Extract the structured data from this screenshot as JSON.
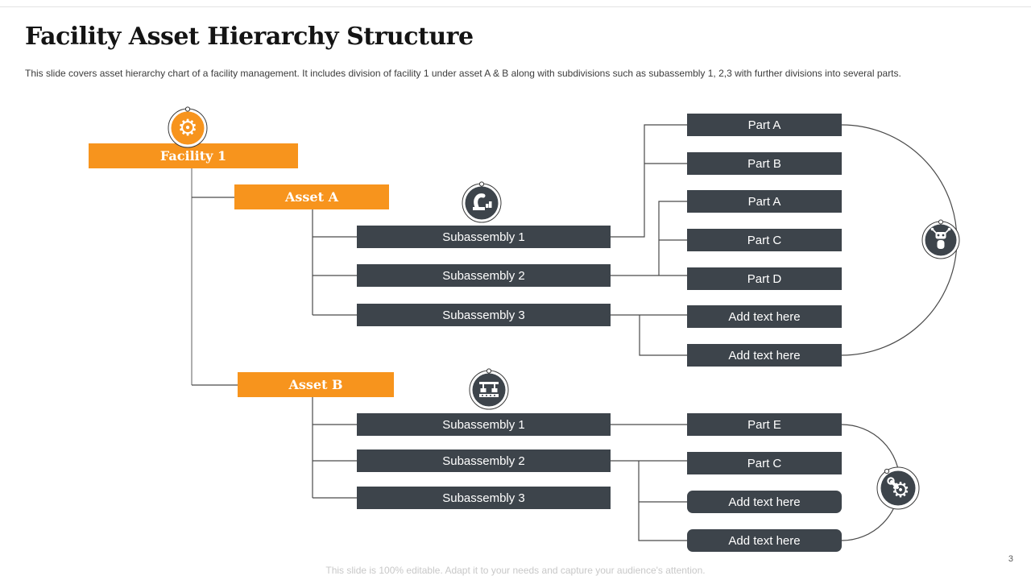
{
  "slide": {
    "title": "Facility Asset Hierarchy Structure",
    "subtitle": "This slide covers asset hierarchy chart of a facility management. It includes division of facility 1 under asset A & B along with subdivisions such as subassembly 1, 2,3 with further divisions into several parts.",
    "footer": "This slide is 100% editable. Adapt it to your needs and capture your audience's attention.",
    "page_number": "3"
  },
  "colors": {
    "accent_orange": "#F7941D",
    "box_dark": "#3D444B",
    "connector": "#4A4A4A",
    "footer_text": "#C8C8C8"
  },
  "icons": [
    "gear-icon",
    "robot-arm-icon",
    "assembly-line-icon",
    "robot-icon",
    "gear-wrench-icon"
  ],
  "hierarchy": {
    "root": {
      "label": "Facility 1",
      "icon": "gear-icon"
    },
    "branches": [
      {
        "label": "Asset A",
        "icon": "robot-arm-icon",
        "group_icon": "robot-icon",
        "subassemblies": [
          "Subassembly 1",
          "Subassembly 2",
          "Subassembly 3"
        ],
        "parts": [
          "Part A",
          "Part B",
          "Part A",
          "Part C",
          "Part D",
          "Add text here",
          "Add text here"
        ]
      },
      {
        "label": "Asset B",
        "icon": "assembly-line-icon",
        "group_icon": "gear-wrench-icon",
        "subassemblies": [
          "Subassembly 1",
          "Subassembly 2",
          "Subassembly 3"
        ],
        "parts": [
          "Part E",
          "Part C",
          "Add text here",
          "Add text here"
        ]
      }
    ]
  }
}
